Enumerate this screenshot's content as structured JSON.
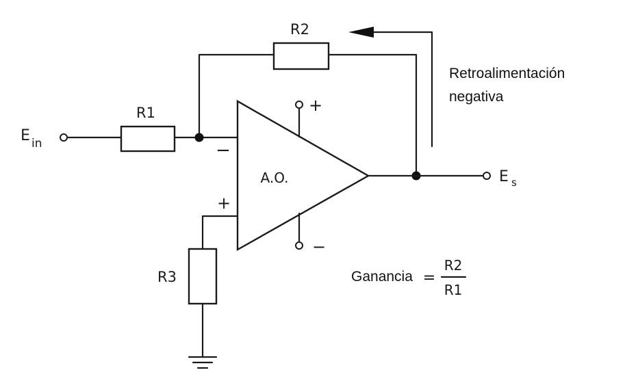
{
  "labels": {
    "r1": "R1",
    "r2": "R2",
    "r3": "R3",
    "opamp": "A.O.",
    "input_main": "E",
    "input_sub": "in",
    "output_main": "E",
    "output_sub": "s",
    "inverting": "−",
    "noninverting": "+",
    "supply_pos": "+",
    "supply_neg": "−"
  },
  "feedback_note": {
    "line1": "Retroalimentación",
    "line2": "negativa"
  },
  "gain": {
    "label": "Ganancia",
    "equals": "=",
    "numerator": "R2",
    "denominator": "R1"
  }
}
